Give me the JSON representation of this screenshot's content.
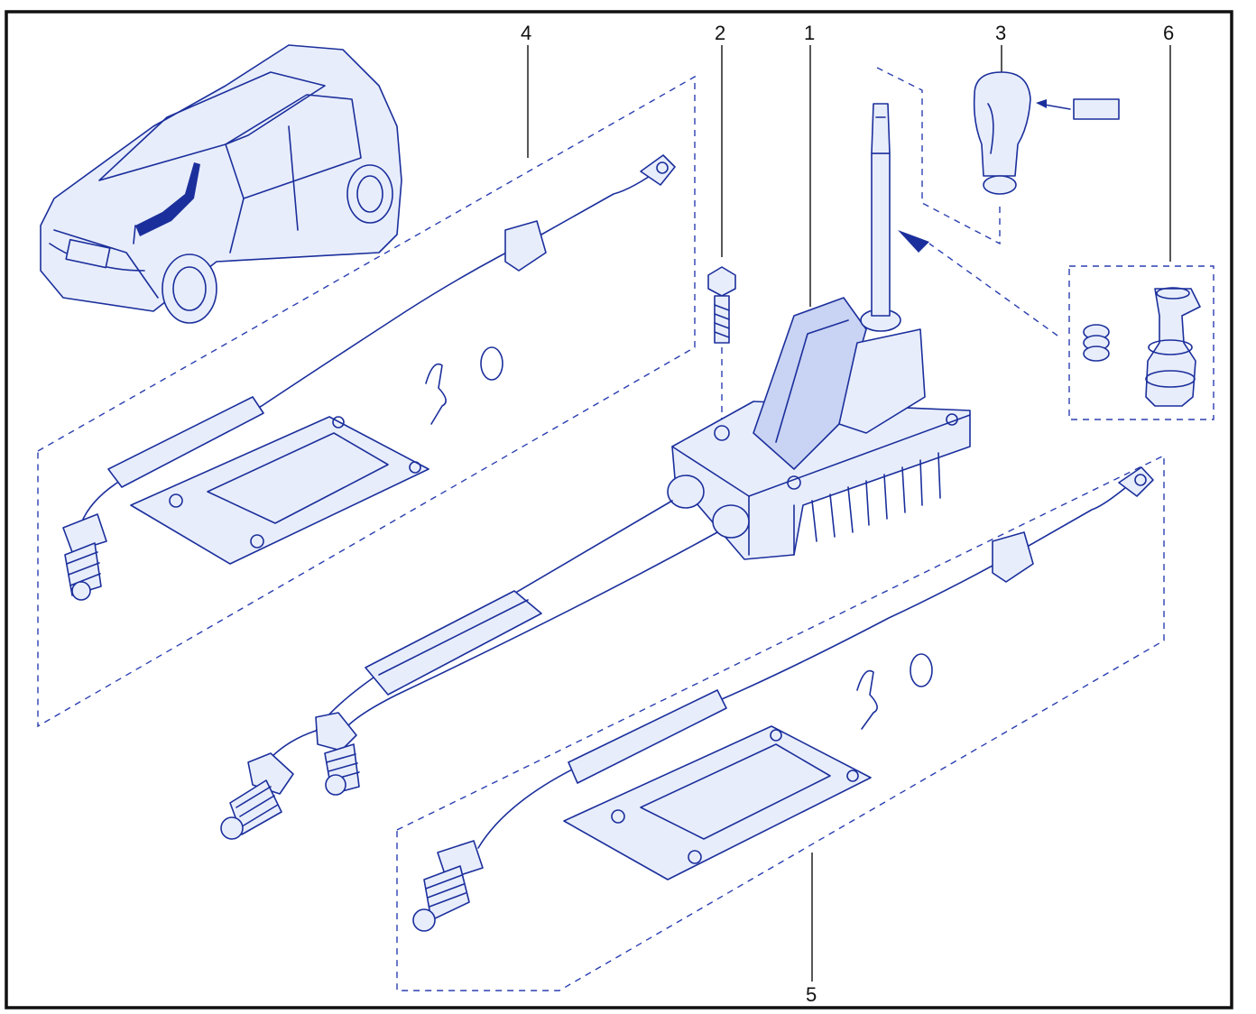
{
  "callouts": [
    {
      "id": "1",
      "text": "1"
    },
    {
      "id": "2",
      "text": "2"
    },
    {
      "id": "3",
      "text": "3"
    },
    {
      "id": "4",
      "text": "4"
    },
    {
      "id": "5",
      "text": "5"
    },
    {
      "id": "6",
      "text": "6"
    }
  ],
  "colors": {
    "line": "#1b2f9c",
    "fill": "#e8edfb",
    "frame": "#111111"
  }
}
